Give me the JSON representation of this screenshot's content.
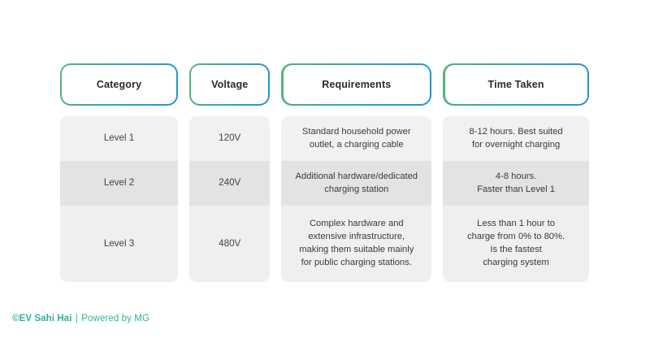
{
  "table": {
    "columns": [
      {
        "key": "category",
        "header": "Category"
      },
      {
        "key": "voltage",
        "header": "Voltage"
      },
      {
        "key": "requirements",
        "header": "Requirements"
      },
      {
        "key": "time_taken",
        "header": "Time Taken"
      }
    ],
    "rows": [
      {
        "category": "Level 1",
        "voltage": "120V",
        "requirements": "Standard household power\noutlet, a charging cable",
        "time_taken": "8-12 hours. Best suited\nfor overnight charging"
      },
      {
        "category": "Level 2",
        "voltage": "240V",
        "requirements": "Additional hardware/dedicated\ncharging station",
        "time_taken": "4-8 hours.\nFaster than Level 1"
      },
      {
        "category": "Level 3",
        "voltage": "480V",
        "requirements": "Complex hardware and\nextensive infrastructure,\nmaking them suitable mainly\nfor public charging stations.",
        "time_taken": "Less than 1 hour to\ncharge from 0% to 80%.\nIs the fastest\ncharging system"
      }
    ]
  },
  "footer": {
    "brand": "©EV Sahi Hai",
    "separator": "|",
    "tail": "Powered by MG"
  },
  "colors": {
    "gradient_start": "#54b57f",
    "gradient_end": "#1f93da",
    "row_light": "#f1f1f1",
    "row_dark": "#e3e3e3",
    "row_last": "#efefef",
    "footer_text": "#2eb398",
    "background": "#ffffff",
    "body_text": "#3a3a3a",
    "header_text": "#2b2b2b"
  }
}
